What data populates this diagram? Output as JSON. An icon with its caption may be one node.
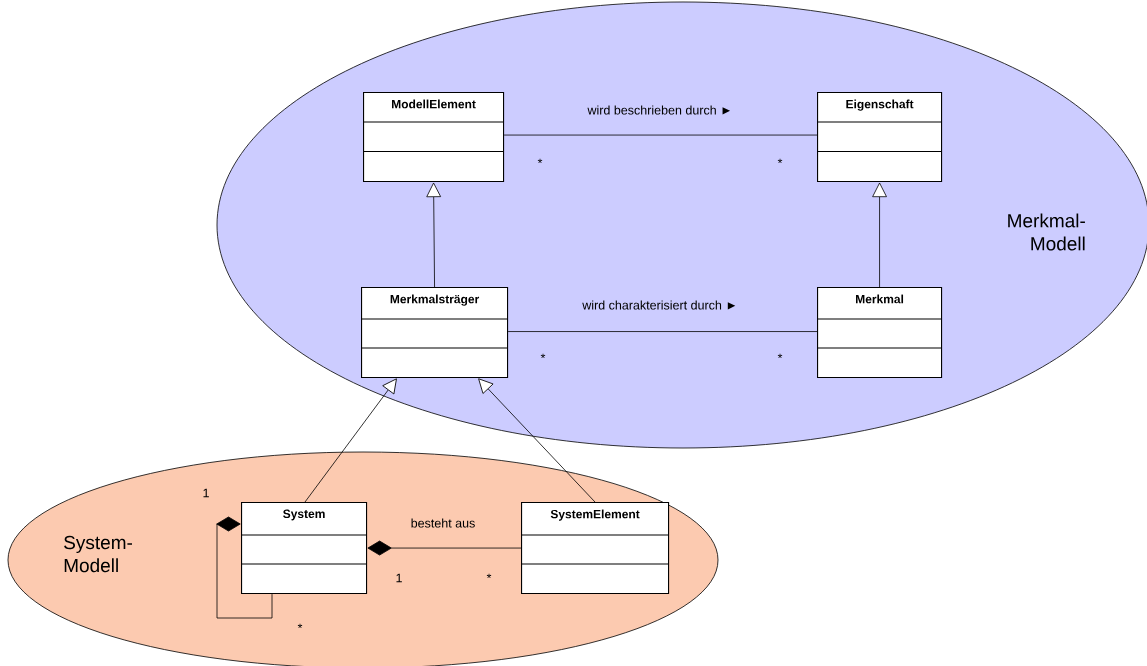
{
  "diagram": {
    "nodes": [
      {
        "text": [
          "Merkmal- Modell"
        ]
      },
      {
        "text": [
          "ModellElement"
        ],
        "in": 0
      },
      {
        "text": [
          "Eigenschaft"
        ],
        "in": 0
      },
      {
        "text": [
          "Merkmalsträger"
        ],
        "in": 0
      },
      {
        "text": [
          "Merkmal"
        ],
        "in": 0
      },
      {
        "text": [
          "System- Modell"
        ]
      },
      {
        "text": [
          "System"
        ],
        "in": 5
      },
      {
        "text": [
          "SystemElement"
        ],
        "in": 5
      }
    ],
    "edges": [
      {
        "from": 1,
        "to": 2,
        "arrow": "none",
        "label": "wird beschrieben durch ►"
      },
      {
        "from": 3,
        "to": 4,
        "arrow": "none",
        "label": "wird charakterisiert durch ►"
      },
      {
        "from": 3,
        "to": 1,
        "arrow": "to"
      },
      {
        "from": 4,
        "to": 2,
        "arrow": "to"
      },
      {
        "from": 6,
        "to": 3,
        "arrow": "to"
      },
      {
        "from": 7,
        "to": 3,
        "arrow": "to"
      },
      {
        "from": 6,
        "to": 7,
        "arrow": "other",
        "label": "besteht aus"
      },
      {
        "from": 6,
        "to": 6,
        "arrow": "other"
      }
    ],
    "labels": [
      "*",
      "*",
      "*",
      "*",
      "1",
      "1",
      "*",
      "*"
    ]
  }
}
